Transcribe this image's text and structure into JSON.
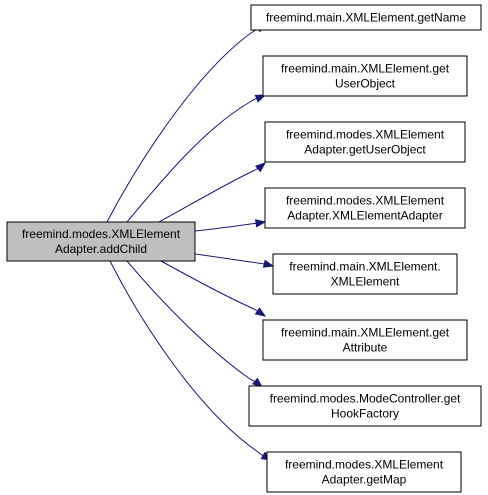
{
  "colors": {
    "edge": "#191970",
    "root_fill": "#bfbfbf",
    "node_fill": "#ffffff",
    "node_border": "#000000"
  },
  "root": {
    "lines": [
      "freemind.modes.XMLElement",
      "Adapter.addChild"
    ]
  },
  "callees": [
    {
      "lines": [
        "freemind.main.XMLElement.getName"
      ]
    },
    {
      "lines": [
        "freemind.main.XMLElement.get",
        "UserObject"
      ]
    },
    {
      "lines": [
        "freemind.modes.XMLElement",
        "Adapter.getUserObject"
      ]
    },
    {
      "lines": [
        "freemind.modes.XMLElement",
        "Adapter.XMLElementAdapter"
      ]
    },
    {
      "lines": [
        "freemind.main.XMLElement.",
        "XMLElement"
      ]
    },
    {
      "lines": [
        "freemind.main.XMLElement.get",
        "Attribute"
      ]
    },
    {
      "lines": [
        "freemind.modes.ModeController.get",
        "HookFactory"
      ]
    },
    {
      "lines": [
        "freemind.modes.XMLElement",
        "Adapter.getMap"
      ]
    }
  ]
}
